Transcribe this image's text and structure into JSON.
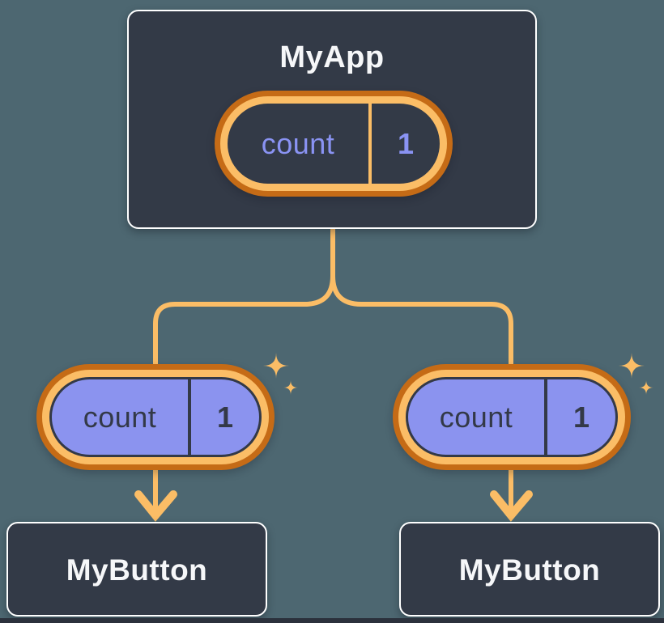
{
  "diagram": {
    "root": {
      "title": "MyApp",
      "pill": {
        "key": "count",
        "value": "1"
      }
    },
    "children": [
      {
        "title": "MyButton",
        "pill": {
          "key": "count",
          "value": "1"
        }
      },
      {
        "title": "MyButton",
        "pill": {
          "key": "count",
          "value": "1"
        }
      }
    ]
  },
  "icons": {
    "sparkle_icon": "four-point-star",
    "arrow_icon": "chevron-arrow-down"
  },
  "colors": {
    "bg": "#4D6771",
    "panel": "#333A47",
    "panel_border": "#FFFFFF",
    "orange_dark": "#C56B16",
    "orange_light": "#FBBD66",
    "purple": "#8B93EF",
    "purple_text": "#8A93F3",
    "ink": "#333947",
    "text": "#F6F7F9",
    "strip": "#2B313C"
  }
}
